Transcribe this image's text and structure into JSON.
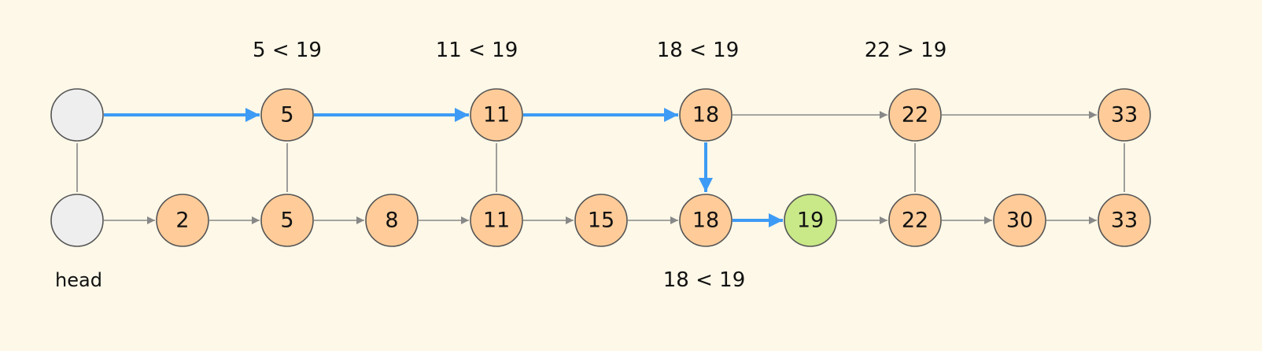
{
  "colors": {
    "background": "#FDF8E8",
    "node_fill": "#FFCC99",
    "head_fill": "#EEEEEE",
    "target_fill": "#C9E888",
    "edge": "#888888",
    "search_path": "#3D9BF5"
  },
  "head_label": "head",
  "levels": {
    "upper": [
      "5",
      "11",
      "18",
      "22",
      "33"
    ],
    "lower": [
      "2",
      "5",
      "8",
      "11",
      "15",
      "18",
      "19",
      "22",
      "30",
      "33"
    ]
  },
  "target": "19",
  "comparisons": {
    "upper": [
      "5 < 19",
      "11 < 19",
      "18 < 19",
      "22 > 19"
    ],
    "lower": [
      "18 < 19"
    ]
  }
}
